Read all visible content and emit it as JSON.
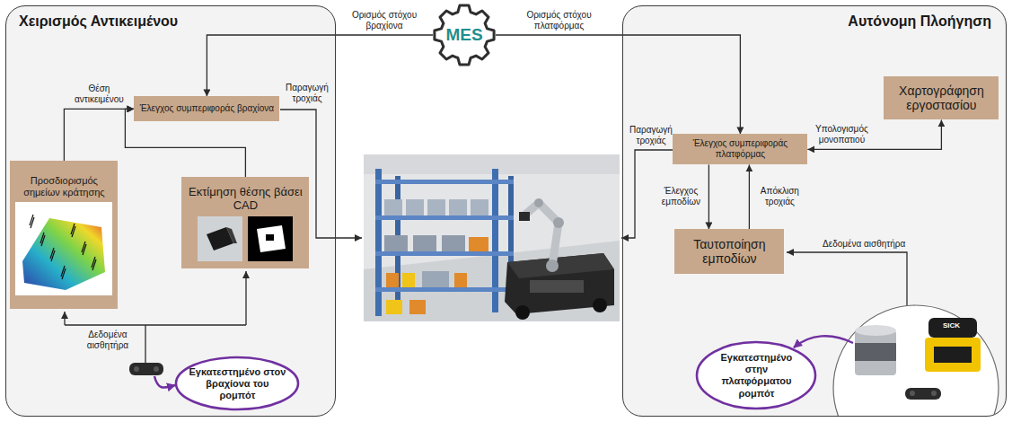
{
  "diagram": {
    "nodes": [
      {
        "text": [
          "Χειρισμός Αντικειμένου"
        ]
      },
      {
        "text": [
          "Έλεγχος συμπεριφοράς βραχίονα"
        ],
        "in": 0
      },
      {
        "text": [
          "Προσδιορισμός σημείων κράτησης"
        ],
        "in": 0
      },
      {
        "text": [
          "Εκτίμηση θέσης βάσει CAD"
        ],
        "in": 0
      },
      {
        "text": [
          "Εγκατεστημένο στον βραχίονα του ρομπότ"
        ],
        "in": 0
      },
      {
        "text": [
          "MES"
        ]
      },
      {
        "text": [
          "Αυτόνομη Πλοήγηση"
        ]
      },
      {
        "text": [
          "Χαρτογράφηση εργοστασίου"
        ],
        "in": 6
      },
      {
        "text": [
          "Έλεγχος συμπεριφοράς πλατφόρμας"
        ],
        "in": 6
      },
      {
        "text": [
          "Ταυτοποίηση εμποδίων"
        ],
        "in": 6
      },
      {
        "text": [
          "Εγκατεστημένο στην πλατφόρματου ρομπότ"
        ],
        "in": 6
      }
    ],
    "edges": [
      {
        "from": 2,
        "to": 1,
        "arrow": "to",
        "label": "Θέση αντικειμένου"
      },
      {
        "from": 3,
        "to": 1,
        "arrow": "to"
      },
      {
        "from": 5,
        "to": 1,
        "arrow": "to",
        "label": "Ορισμός στόχου βραχίονα"
      },
      {
        "from": 5,
        "to": 8,
        "arrow": "to",
        "label": "Ορισμός στόχου πλατφόρμας"
      },
      {
        "from": 8,
        "to": 7,
        "arrow": "both",
        "label": "Υπολογισμός μονοπατιού"
      },
      {
        "from": 8,
        "to": 9,
        "arrow": "to",
        "label": "Έλεγχος εμποδίων"
      },
      {
        "from": 9,
        "to": 8,
        "arrow": "to",
        "label": "Απόκλιση τροχιάς"
      }
    ],
    "labels": [
      "Παραγωγή τροχιάς",
      "Δεδομένα αισθητήρα",
      "Παραγωγή τροχιάς",
      "Δεδομένα αισθητήρα",
      "SICK"
    ]
  }
}
